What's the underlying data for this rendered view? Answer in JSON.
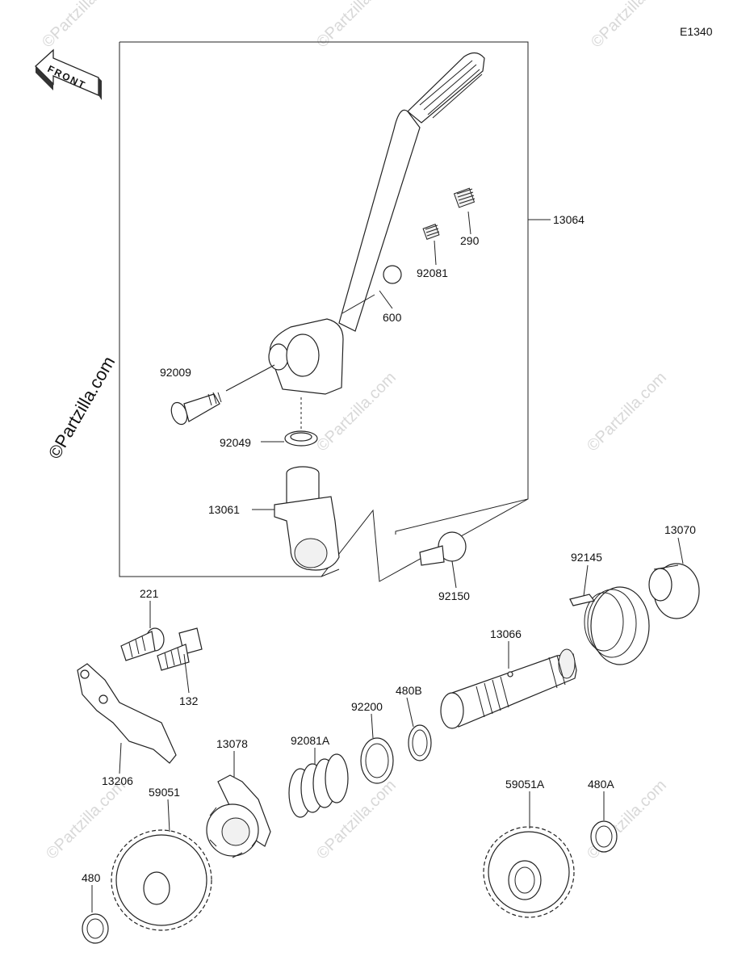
{
  "diagram": {
    "code": "E1340",
    "front_label": "FRONT",
    "watermark": "©Partzilla.com",
    "callouts": {
      "p13064": "13064",
      "p290": "290",
      "p92081": "92081",
      "p600": "600",
      "p92009": "92009",
      "p92049": "92049",
      "p13061": "13061",
      "p92150": "92150",
      "p13070": "13070",
      "p92145": "92145",
      "p221": "221",
      "p132": "132",
      "p13066": "13066",
      "p480B": "480B",
      "p92200": "92200",
      "p13206": "13206",
      "p13078": "13078",
      "p92081A": "92081A",
      "p59051": "59051",
      "p59051A": "59051A",
      "p480A": "480A",
      "p480": "480"
    }
  }
}
